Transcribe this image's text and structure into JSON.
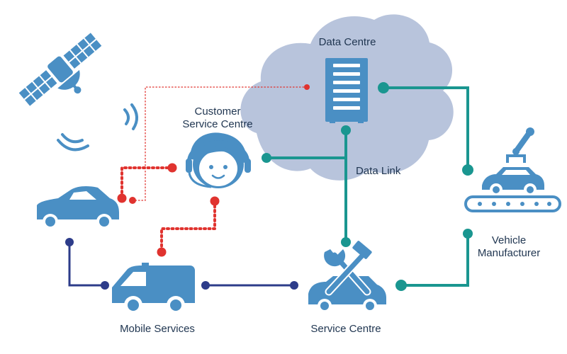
{
  "nodes": {
    "data_centre": {
      "label": "Data Centre"
    },
    "customer_service": {
      "label_line1": "Customer",
      "label_line2": "Service Centre"
    },
    "data_link": {
      "label": "Data Link"
    },
    "vehicle_manufacturer": {
      "label_line1": "Vehicle",
      "label_line2": "Manufacturer"
    },
    "mobile_services": {
      "label": "Mobile Services"
    },
    "service_centre": {
      "label": "Service Centre"
    }
  },
  "icons": [
    "satellite-icon",
    "signal-wave-icon",
    "server-rack-icon",
    "headset-agent-icon",
    "car-icon",
    "van-icon",
    "tools-car-icon",
    "assembly-line-icon",
    "cloud-icon"
  ],
  "colors": {
    "icon_blue": "#4a8fc4",
    "cloud": "#b8c4dc",
    "teal_link": "#1a9690",
    "red_link": "#e0332f",
    "navy_link": "#2d3c8a",
    "text": "#1f3550"
  }
}
